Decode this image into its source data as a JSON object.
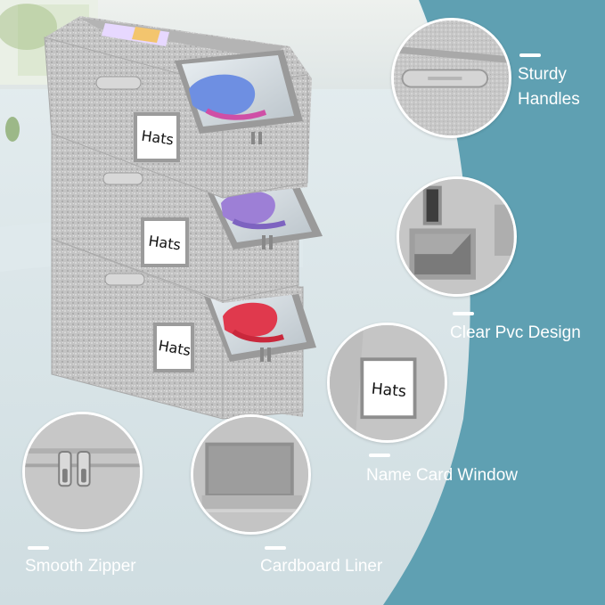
{
  "product": {
    "label_card_text": "Hats"
  },
  "features": [
    {
      "id": "handles",
      "label_line1": "Sturdy",
      "label_line2": "Handles"
    },
    {
      "id": "pvc",
      "label": "Clear Pvc Design"
    },
    {
      "id": "namecard",
      "label": "Name Card Window",
      "card_text": "Hats"
    },
    {
      "id": "zipper",
      "label": "Smooth Zipper"
    },
    {
      "id": "liner",
      "label": "Cardboard Liner"
    }
  ],
  "colors": {
    "background_teal": "#5fa0b2",
    "fabric_gray": "#c5c5c5",
    "label_text": "#ffffff"
  }
}
